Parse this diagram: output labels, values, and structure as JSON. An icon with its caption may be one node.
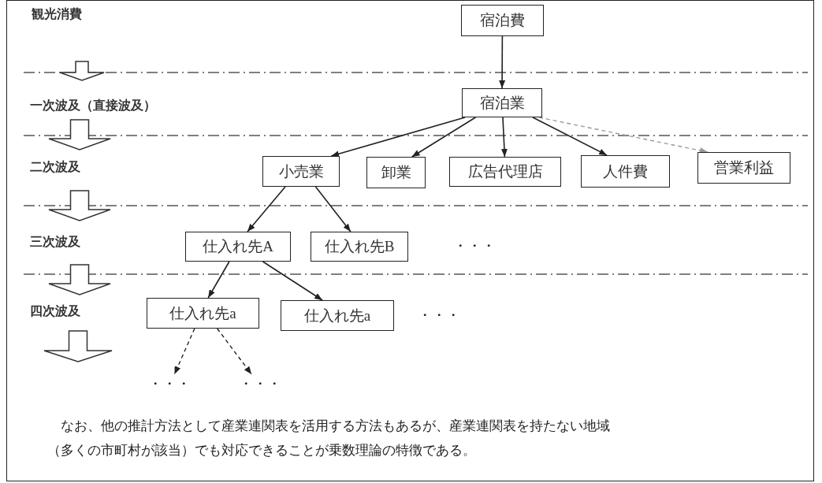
{
  "diagram": {
    "nodes": [
      {
        "text": [
          "宿泊費"
        ]
      },
      {
        "text": [
          "宿泊業"
        ]
      },
      {
        "text": [
          "小売業"
        ]
      },
      {
        "text": [
          "卸業"
        ]
      },
      {
        "text": [
          "広告代理店"
        ]
      },
      {
        "text": [
          "人件費"
        ]
      },
      {
        "text": [
          "営業利益"
        ]
      },
      {
        "text": [
          "仕入れ先A"
        ]
      },
      {
        "text": [
          "仕入れ先B"
        ]
      },
      {
        "text": [
          "仕入れ先a"
        ]
      },
      {
        "text": [
          "仕入れ先a"
        ]
      },
      {
        "text": [
          "・・・"
        ]
      },
      {
        "text": [
          "・・・"
        ]
      }
    ],
    "edges": [
      {
        "from": 0,
        "to": 1,
        "arrow": "to"
      },
      {
        "from": 1,
        "to": 2,
        "arrow": "to"
      },
      {
        "from": 1,
        "to": 3,
        "arrow": "to"
      },
      {
        "from": 1,
        "to": 4,
        "arrow": "to"
      },
      {
        "from": 1,
        "to": 5,
        "arrow": "to"
      },
      {
        "from": 1,
        "to": 6,
        "arrow": "to",
        "style": "dashed",
        "color": "#999999"
      },
      {
        "from": 2,
        "to": 7,
        "arrow": "to"
      },
      {
        "from": 2,
        "to": 8,
        "arrow": "to"
      },
      {
        "from": 7,
        "to": 9,
        "arrow": "to"
      },
      {
        "from": 7,
        "to": 10,
        "arrow": "to"
      },
      {
        "from": 9,
        "to": 11,
        "arrow": "to",
        "style": "dashed"
      },
      {
        "from": 9,
        "to": 12,
        "arrow": "to",
        "style": "dashed"
      }
    ],
    "labels": [
      "観光消費",
      "一次波及（直接波及）",
      "二次波及",
      "三次波及",
      "・・・",
      "四次波及",
      "・・・",
      "なお、他の推計方法として産業連関表を活用する方法もあるが、産業連関表を持たない地域（多くの市町村が該当）でも対応できることが乗数理論の特徴である。"
    ]
  }
}
